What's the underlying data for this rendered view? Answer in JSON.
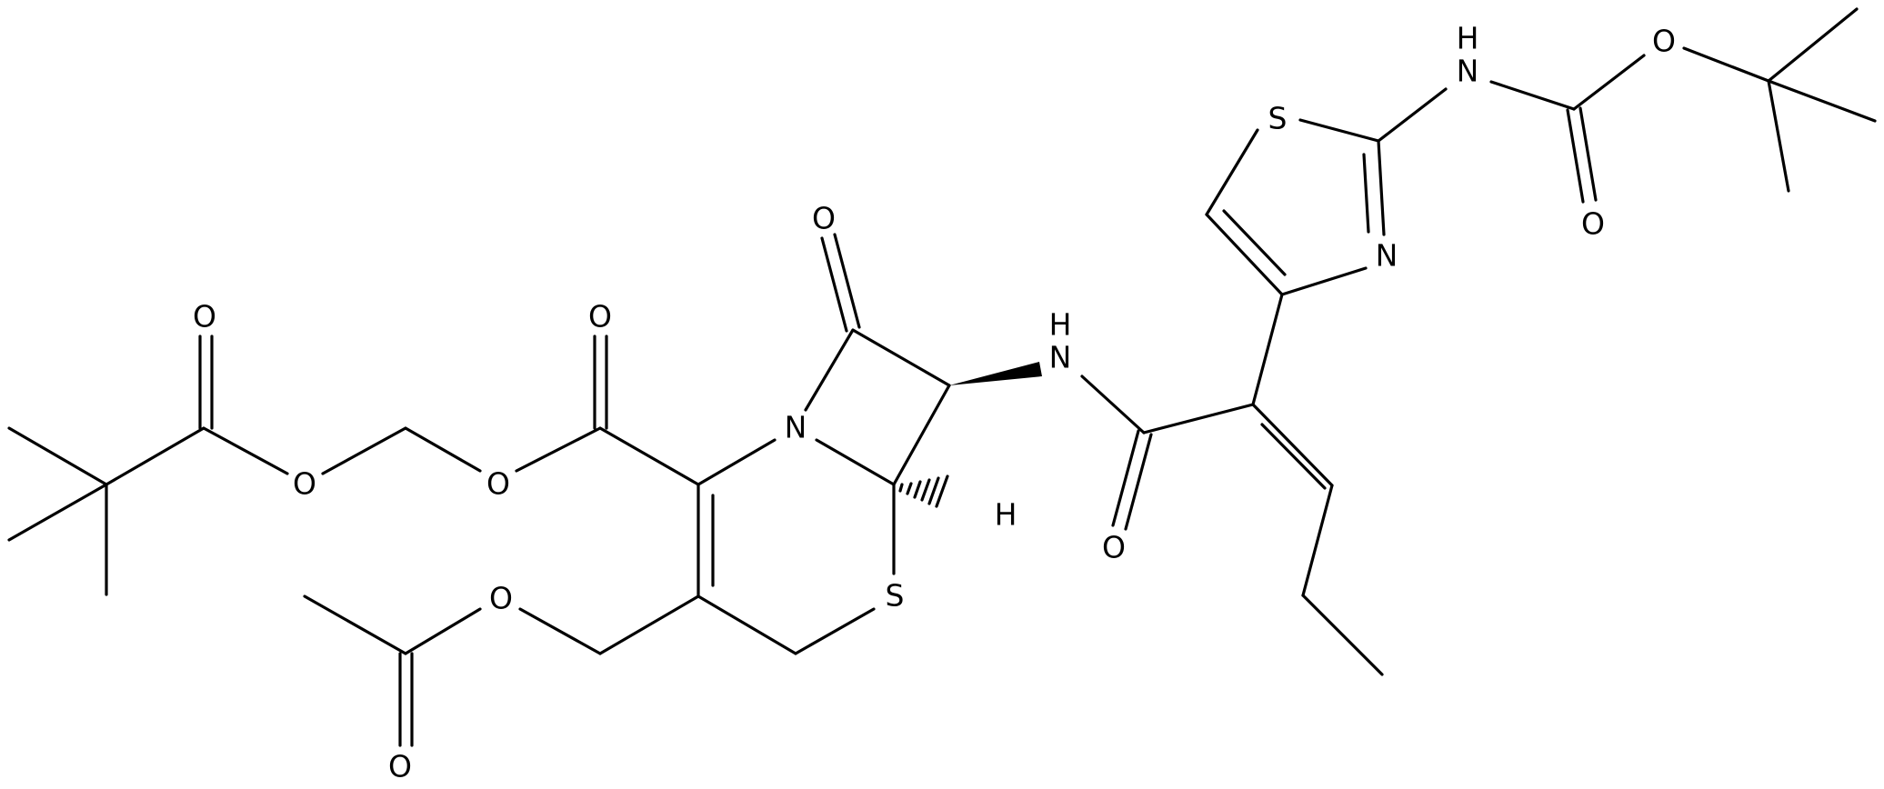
{
  "structure": {
    "atoms": {
      "o_piv_carbonyl": "O",
      "o_piv_ester": "O",
      "o_ester": "O",
      "o_carboxyl_carbonyl": "O",
      "n_ring": "N",
      "o_lactam": "O",
      "s_ring": "S",
      "h_stereo": "H",
      "o_acetyl_ester": "O",
      "o_acetyl_carbonyl": "O",
      "nh_amide_n": "N",
      "nh_amide_h": "H",
      "o_amide": "O",
      "s_thiazole": "S",
      "n_thiazole": "N",
      "nh_boc_n": "N",
      "nh_boc_h": "H",
      "o_boc_ester": "O",
      "o_boc_carbonyl": "O"
    },
    "colors": {
      "bond": "#000000",
      "atom_label": "#000000",
      "background": "#ffffff"
    }
  }
}
